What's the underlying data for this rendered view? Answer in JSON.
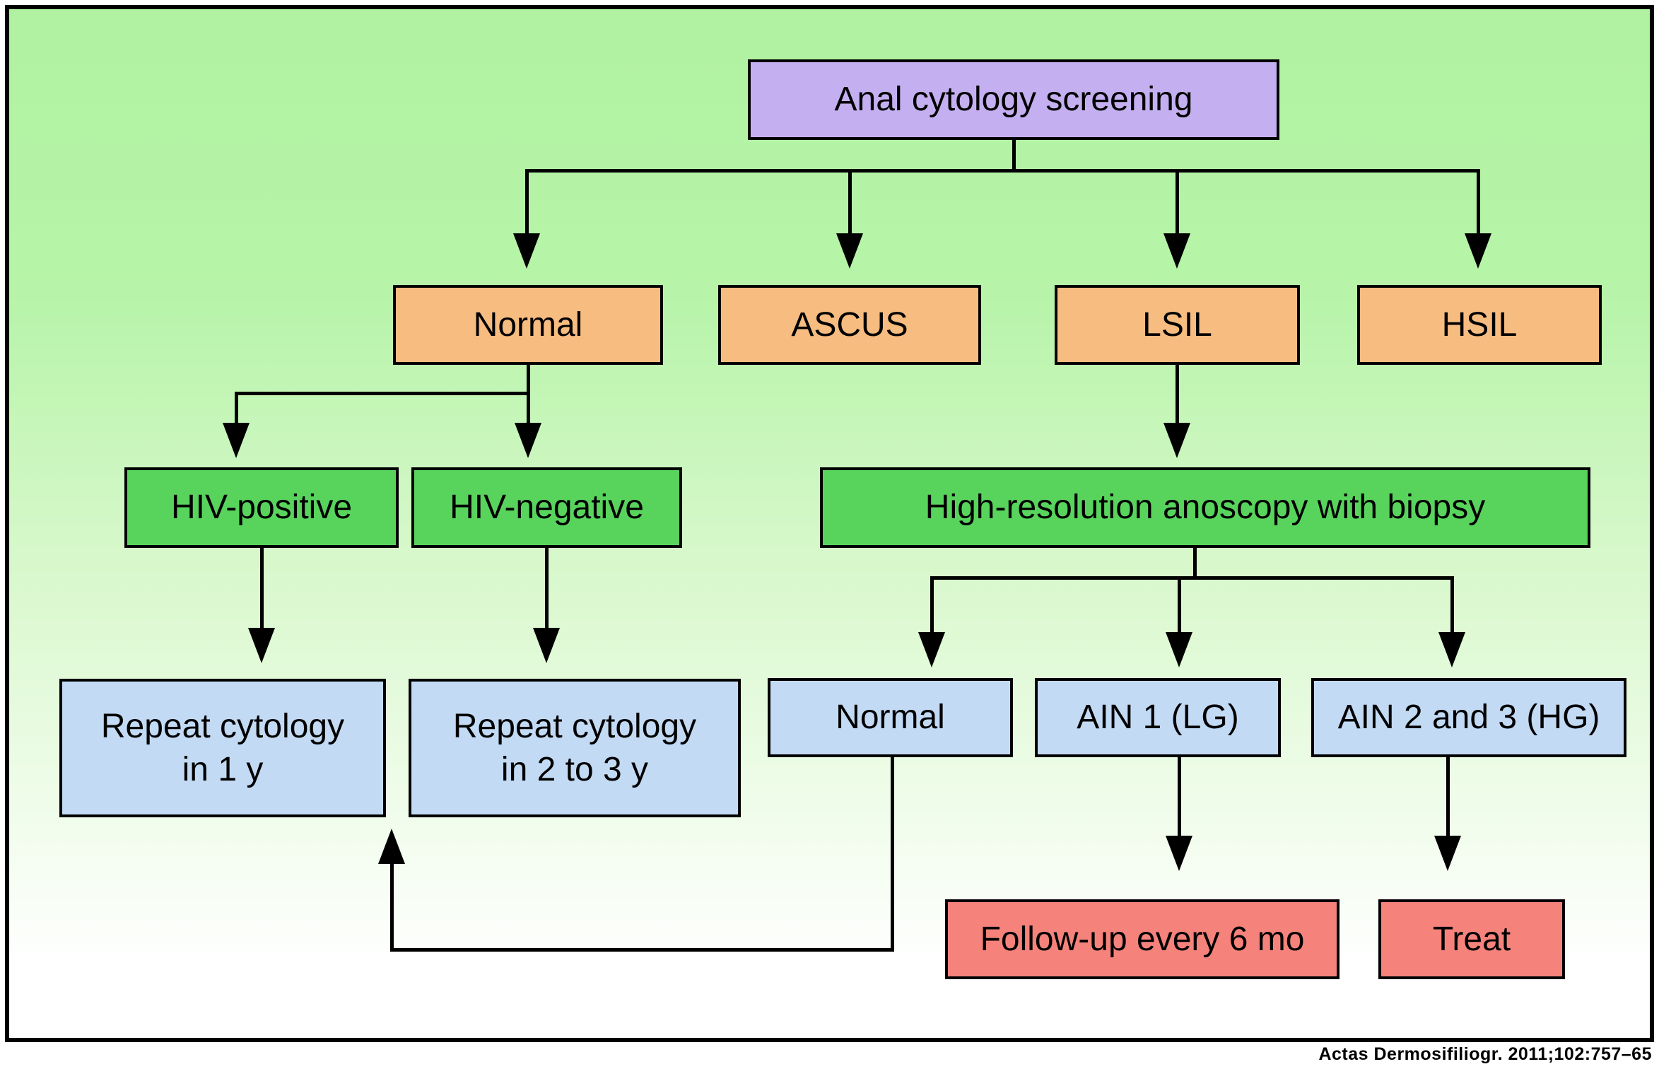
{
  "figure": {
    "citation": "Actas Dermosifiliogr. 2011;102:757–65"
  },
  "colors": {
    "purple": "#c4b0f0",
    "orange": "#f7bc80",
    "green": "#58d45d",
    "blue": "#c3daf4",
    "red": "#f5837b",
    "line": "#000000",
    "bg_top": "#b0f2a1",
    "bg_mid": "#d9f8cd",
    "bg_bottom": "#ffffff"
  },
  "nodes": {
    "root": {
      "label": "Anal cytology screening",
      "color": "purple"
    },
    "normal_cytology": {
      "label": "Normal",
      "color": "orange"
    },
    "ascus": {
      "label": "ASCUS",
      "color": "orange"
    },
    "lsil": {
      "label": "LSIL",
      "color": "orange"
    },
    "hsil": {
      "label": "HSIL",
      "color": "orange"
    },
    "hiv_positive": {
      "label": "HIV-positive",
      "color": "green"
    },
    "hiv_negative": {
      "label": "HIV-negative",
      "color": "green"
    },
    "anoscopy": {
      "label": "High-resolution anoscopy with biopsy",
      "color": "green"
    },
    "repeat_1y": {
      "label": "Repeat cytology\nin 1 y",
      "color": "blue"
    },
    "repeat_2_3y": {
      "label": "Repeat cytology\nin 2 to 3 y",
      "color": "blue"
    },
    "normal_biopsy": {
      "label": "Normal",
      "color": "blue"
    },
    "ain1": {
      "label": "AIN 1 (LG)",
      "color": "blue"
    },
    "ain23": {
      "label": "AIN 2 and 3 (HG)",
      "color": "blue"
    },
    "followup": {
      "label": "Follow-up every 6 mo",
      "color": "red"
    },
    "treat": {
      "label": "Treat",
      "color": "red"
    }
  },
  "edges": [
    {
      "from": "root",
      "to": "normal_cytology"
    },
    {
      "from": "root",
      "to": "ascus"
    },
    {
      "from": "root",
      "to": "lsil"
    },
    {
      "from": "root",
      "to": "hsil"
    },
    {
      "from": "normal_cytology",
      "to": "hiv_positive"
    },
    {
      "from": "normal_cytology",
      "to": "hiv_negative"
    },
    {
      "from": "lsil",
      "to": "anoscopy"
    },
    {
      "from": "hiv_positive",
      "to": "repeat_1y"
    },
    {
      "from": "hiv_negative",
      "to": "repeat_2_3y"
    },
    {
      "from": "anoscopy",
      "to": "normal_biopsy"
    },
    {
      "from": "anoscopy",
      "to": "ain1"
    },
    {
      "from": "anoscopy",
      "to": "ain23"
    },
    {
      "from": "ain1",
      "to": "followup"
    },
    {
      "from": "ain23",
      "to": "treat"
    },
    {
      "from": "normal_biopsy",
      "to": "repeat_1y"
    }
  ]
}
